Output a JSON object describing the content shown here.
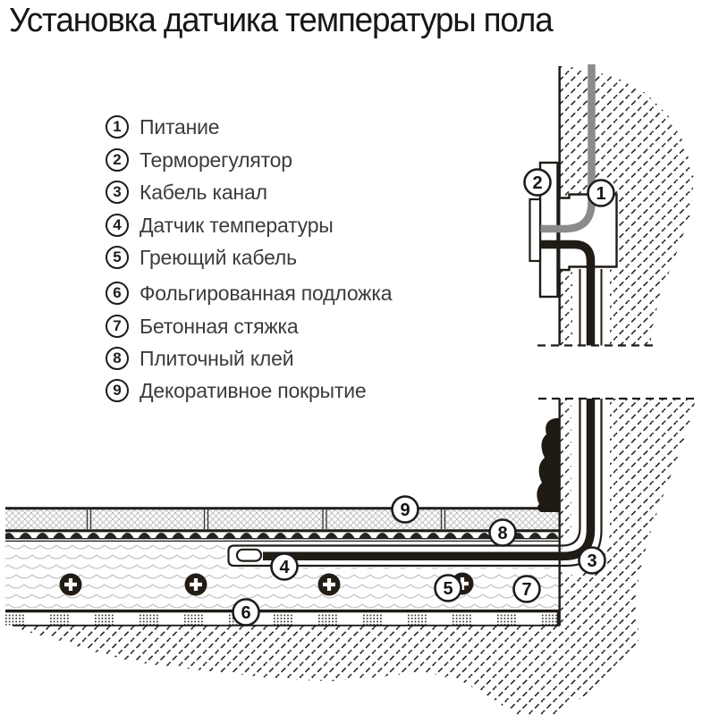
{
  "title": "Установка датчика температуры пола",
  "legend": {
    "items": [
      {
        "num": "1",
        "label": "Питание"
      },
      {
        "num": "2",
        "label": "Терморегулятор"
      },
      {
        "num": "3",
        "label": "Кабель канал"
      },
      {
        "num": "4",
        "label": "Датчик температуры"
      },
      {
        "num": "5",
        "label": "Греющий кабель"
      },
      {
        "num": "6",
        "label": "Фольгированная подложка"
      },
      {
        "num": "7",
        "label": "Бетонная стяжка"
      },
      {
        "num": "8",
        "label": "Плиточный клей"
      },
      {
        "num": "9",
        "label": "Декоративное покрытие"
      }
    ]
  },
  "diagram": {
    "callouts": {
      "c1": "1",
      "c2": "2",
      "c3": "3",
      "c4": "4",
      "c5": "5",
      "c6": "6",
      "c7": "7",
      "c8": "8",
      "c9": "9"
    }
  },
  "colors": {
    "ink": "#1f1b16",
    "hatch": "#2e2a26",
    "power_cable_gray": "#8b8b8b",
    "screed_wave": "#c6c6c6",
    "tile_hatch": "#b9b9b9",
    "text": "#3c3c3c",
    "background": "#ffffff"
  }
}
